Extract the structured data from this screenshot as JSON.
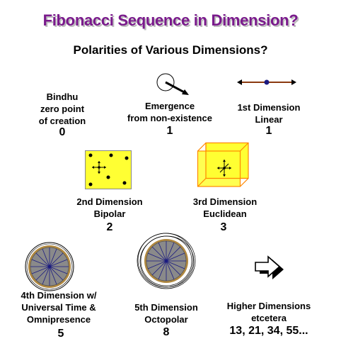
{
  "title": "Fibonacci Sequence in Dimension?",
  "subtitle": "Polarities of Various Dimensions?",
  "items": [
    {
      "lines": [
        "Bindhu",
        "zero point",
        "of creation"
      ],
      "number": "0"
    },
    {
      "lines": [
        "Emergence",
        "from non-existence"
      ],
      "number": "1"
    },
    {
      "lines": [
        "1st Dimension",
        "Linear"
      ],
      "number": "1"
    },
    {
      "lines": [
        "2nd Dimension",
        "Bipolar"
      ],
      "number": "2"
    },
    {
      "lines": [
        "3rd Dimension",
        "Euclidean"
      ],
      "number": "3"
    },
    {
      "lines": [
        "4th Dimension w/",
        "Universal Time &",
        "Omnipresence"
      ],
      "number": "5"
    },
    {
      "lines": [
        "5th Dimension",
        "Octopolar"
      ],
      "number": "8"
    },
    {
      "lines": [
        "Higher Dimensions",
        "etcetera"
      ],
      "number": "13, 21, 34, 55..."
    }
  ],
  "colors": {
    "title": "#7a1a8c",
    "yellow_fill": "#ffff33",
    "cube_edge": "#ff8800",
    "line_brown": "#8b3a10",
    "dot_blue": "#1a1a80",
    "sphere_gray": "#8a8a8a",
    "sphere_rim": "#b08840"
  },
  "icons": [
    "emergence-circle-icon",
    "line-segment-icon",
    "square-icon",
    "cube-icon",
    "sphere-4d-icon",
    "sphere-5d-icon",
    "arrow-right-icon"
  ]
}
